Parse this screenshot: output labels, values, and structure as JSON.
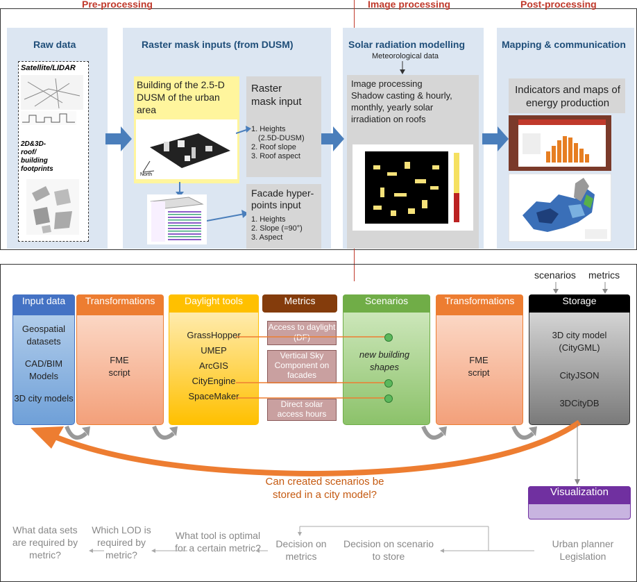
{
  "top": {
    "stages": {
      "pre": "Pre-processing",
      "image": "Image processing",
      "post": "Post-processing"
    },
    "raw": {
      "title": "Raw data",
      "satellite": "Satellite/LIDAR",
      "footprints": "2D&3D-\nroof/\nbuilding\nfootprints"
    },
    "raster": {
      "title": "Raster mask inputs (from DUSM)",
      "building": "Building of the 2.5-D DUSM of the urban area",
      "mask_title": "Raster mask input",
      "mask_items": [
        "1. Heights",
        "(2.5D-DUSM)",
        "2. Roof slope",
        "3. Roof aspect"
      ],
      "facade_title": "Facade hyper-points input",
      "facade_items": [
        "1. Heights",
        "2. Slope (=90°)",
        "3. Aspect"
      ],
      "north": "North"
    },
    "solar": {
      "title": "Solar radiation modelling",
      "meteo": "Meteorological data",
      "text": "Image processing\nShadow casting & hourly, monthly, yearly solar irradiation on roofs"
    },
    "mapping": {
      "title": "Mapping & communication",
      "indicators": "Indicators and maps of energy production"
    }
  },
  "bottom": {
    "labels": {
      "scenarios": "scenarios",
      "metrics": "metrics"
    },
    "columns": {
      "input": {
        "head": "Input data",
        "items": [
          "Geospatial datasets",
          "CAD/BIM Models",
          "3D city models"
        ]
      },
      "trans1": {
        "head": "Transformations",
        "body": "FME script"
      },
      "daylight": {
        "head": "Daylight tools",
        "items": [
          "GrassHopper",
          "UMEP",
          "ArcGIS",
          "CityEngine",
          "SpaceMaker"
        ]
      },
      "metrics": {
        "head": "Metrics",
        "items": [
          "Access to daylight (DF)",
          "Vertical Sky Component on facades",
          "Direct solar access hours"
        ]
      },
      "scenarios": {
        "head": "Scenarios",
        "body": "new building shapes"
      },
      "trans2": {
        "head": "Transformations",
        "body": "FME script"
      },
      "storage": {
        "head": "Storage",
        "items": [
          "3D city model (CityGML)",
          "CityJSON",
          "3DCityDB"
        ]
      }
    },
    "question": "Can created scenarios be stored in a city model?",
    "visualization": "Visualization",
    "flow": {
      "q1": "What data sets are required by metric?",
      "q2": "Which LOD is required by metric?",
      "q3": "What tool is optimal for a certain metric?",
      "q4": "Decision on metrics",
      "q5": "Decision on scenario to store",
      "q6": "Urban planner\nLegislation"
    }
  },
  "colors": {
    "panel_bg": "#dce6f2",
    "stage_red": "#c0392b",
    "panel_blue": "#1f4e79",
    "arrow_blue": "#4a7ebb",
    "input_blue": "#4472c4",
    "orange": "#ed7d31",
    "yellow": "#ffc000",
    "metrics_brown": "#843c0c",
    "green": "#70ad47",
    "storage_black": "#000000",
    "viz_purple": "#7030a0",
    "question_orange": "#c55a11"
  }
}
